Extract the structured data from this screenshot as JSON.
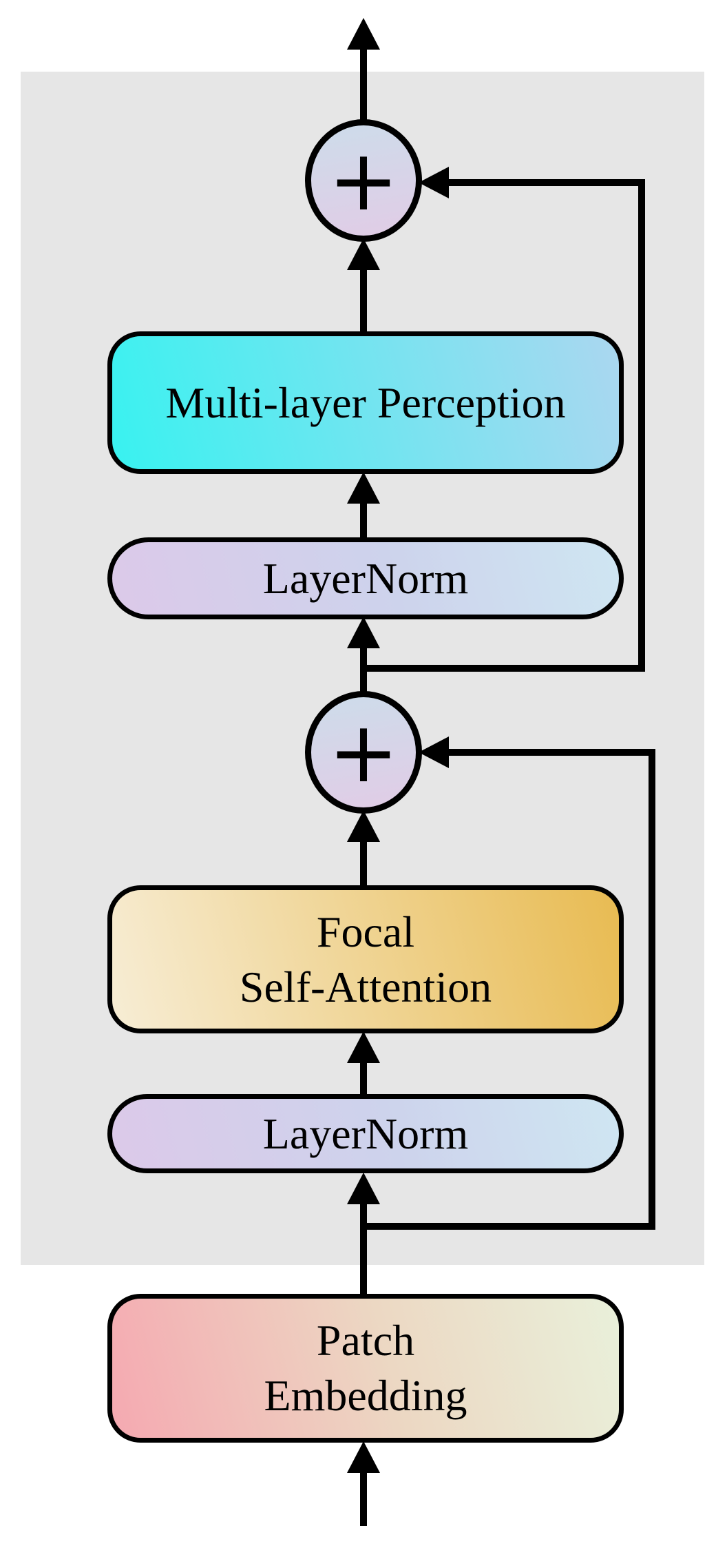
{
  "colors": {
    "page-bg": "#ffffff",
    "block-bg": "#e6e6e6",
    "line": "#000000",
    "text": "#000000",
    "mlp-from": "#38f2f0",
    "mlp-to": "#abd7f0",
    "ln-from": "#dcc9e9",
    "ln-mid": "#cdd3ec",
    "ln-to": "#cfe6f2",
    "focal-from": "#f7edd5",
    "focal-to": "#e8bb52",
    "pe-from": "#f5a9b1",
    "pe-mid": "#ecd8c3",
    "pe-to": "#e9f0da",
    "add-from": "#cddcea",
    "add-to": "#e1cce6"
  },
  "nodes": {
    "add_top": {
      "symbol": "+"
    },
    "mlp": {
      "label": "Multi-layer Perception"
    },
    "layernorm_top": {
      "label": "LayerNorm"
    },
    "add_bottom": {
      "symbol": "+"
    },
    "focal_self_attention": {
      "line1": "Focal",
      "line2": "Self-Attention"
    },
    "layernorm_bottom": {
      "label": "LayerNorm"
    },
    "patch_embedding": {
      "line1": "Patch",
      "line2": "Embedding"
    }
  }
}
